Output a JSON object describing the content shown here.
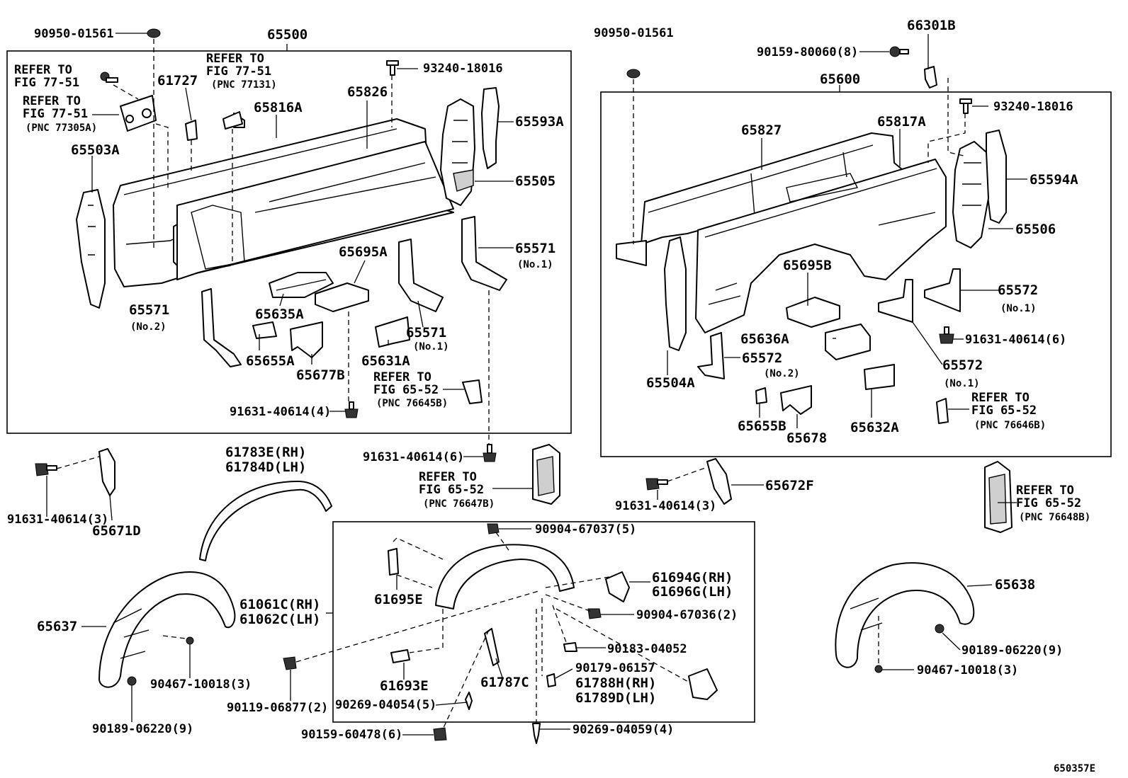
{
  "diagram_id": "650357E",
  "labels": {
    "p9095001561a": "90950-01561",
    "p65500": "65500",
    "p9095001561b": "90950-01561",
    "p66301b": "66301B",
    "p9015980060": "90159-80060(8)",
    "p65600": "65600",
    "refer7751a_1": "REFER TO",
    "refer7751a_2": "FIG 77-51",
    "refer7751b_1": "REFER TO",
    "refer7751b_2": "FIG 77-51",
    "refer7751b_3": "(PNC 77305A)",
    "refer7751c_1": "REFER TO",
    "refer7751c_2": "FIG 77-51",
    "refer7751c_3": "(PNC 77131)",
    "p61727": "61727",
    "p9324018016a": "93240-18016",
    "p9324018016b": "93240-18016",
    "p65816a": "65816A",
    "p65826": "65826",
    "p65593a": "65593A",
    "p65503a": "65503A",
    "p65505": "65505",
    "p65571no1a": "65571",
    "p65571no1a_sub": "(No.1)",
    "p65695a": "65695A",
    "p65571no2": "65571",
    "p65571no2_sub": "(No.2)",
    "p65635a": "65635A",
    "p65571no1b": "65571",
    "p65571no1b_sub": "(No.1)",
    "p65655a": "65655A",
    "p65677b": "65677B",
    "p65631a": "65631A",
    "refer6552a_1": "REFER TO",
    "refer6552a_2": "FIG 65-52",
    "refer6552a_3": "(PNC 76645B)",
    "p9163140614_4": "91631-40614(4)",
    "p65827": "65827",
    "p65817a": "65817A",
    "p65594a": "65594A",
    "p65506": "65506",
    "p65695b": "65695B",
    "p65572no1a": "65572",
    "p65572no1a_sub": "(No.1)",
    "p9163140614_6a": "91631-40614(6)",
    "p65636a": "65636A",
    "p65572no2": "65572",
    "p65572no2_sub": "(No.2)",
    "p65572no1b": "65572",
    "p65572no1b_sub": "(No.1)",
    "p65504a": "65504A",
    "refer6552b_1": "REFER TO",
    "refer6552b_2": "FIG 65-52",
    "refer6552b_3": "(PNC 76646B)",
    "p65655b": "65655B",
    "p65678": "65678",
    "p65632a": "65632A",
    "p61783e": "61783E(RH)",
    "p61784d": "61784D(LH)",
    "p9163140614_6b": "91631-40614(6)",
    "refer6552c_1": "REFER TO",
    "refer6552c_2": "FIG 65-52",
    "refer6552c_3": "(PNC 76647B)",
    "p9163140614_3a": "91631-40614(3)",
    "p65671d": "65671D",
    "p9163140614_3b": "91631-40614(3)",
    "p65672f": "65672F",
    "refer6552d_1": "REFER TO",
    "refer6552d_2": "FIG 65-52",
    "refer6552d_3": "(PNC 76648B)",
    "p9090467037": "90904-67037(5)",
    "p61695e": "61695E",
    "p61694g": "61694G(RH)",
    "p61696g": "61696G(LH)",
    "p61061c": "61061C(RH)",
    "p61062c": "61062C(LH)",
    "p9090467036": "90904-67036(2)",
    "p65637": "65637",
    "p9018304052": "90183-04052",
    "p9017906157": "90179-06157",
    "p61788h": "61788H(RH)",
    "p61789d": "61789D(LH)",
    "p61693e": "61693E",
    "p61787c": "61787C",
    "p9046710018a": "90467-10018(3)",
    "p9011906877": "90119-06877(2)",
    "p9026904054": "90269-04054(5)",
    "p9018906220a": "90189-06220(9)",
    "p9015960478": "90159-60478(6)",
    "p9026904059": "90269-04059(4)",
    "p65638": "65638",
    "p9018906220b": "90189-06220(9)",
    "p9046710018b": "90467-10018(3)"
  }
}
